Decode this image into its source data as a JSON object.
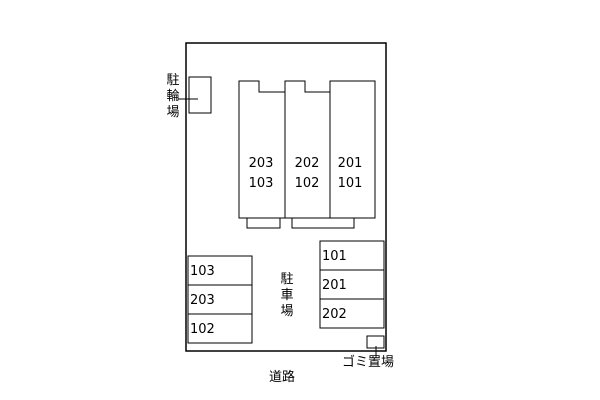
{
  "labels": {
    "bicycle_parking": [
      "駐",
      "輪",
      "場"
    ],
    "parking": [
      "駐",
      "車",
      "場"
    ],
    "garbage": "ゴミ置場",
    "road": "道路"
  },
  "buildings": [
    {
      "top": "203",
      "bottom": "103"
    },
    {
      "top": "202",
      "bottom": "102"
    },
    {
      "top": "201",
      "bottom": "101"
    }
  ],
  "parking_left": [
    "103",
    "203",
    "102"
  ],
  "parking_right": [
    "101",
    "201",
    "202"
  ]
}
